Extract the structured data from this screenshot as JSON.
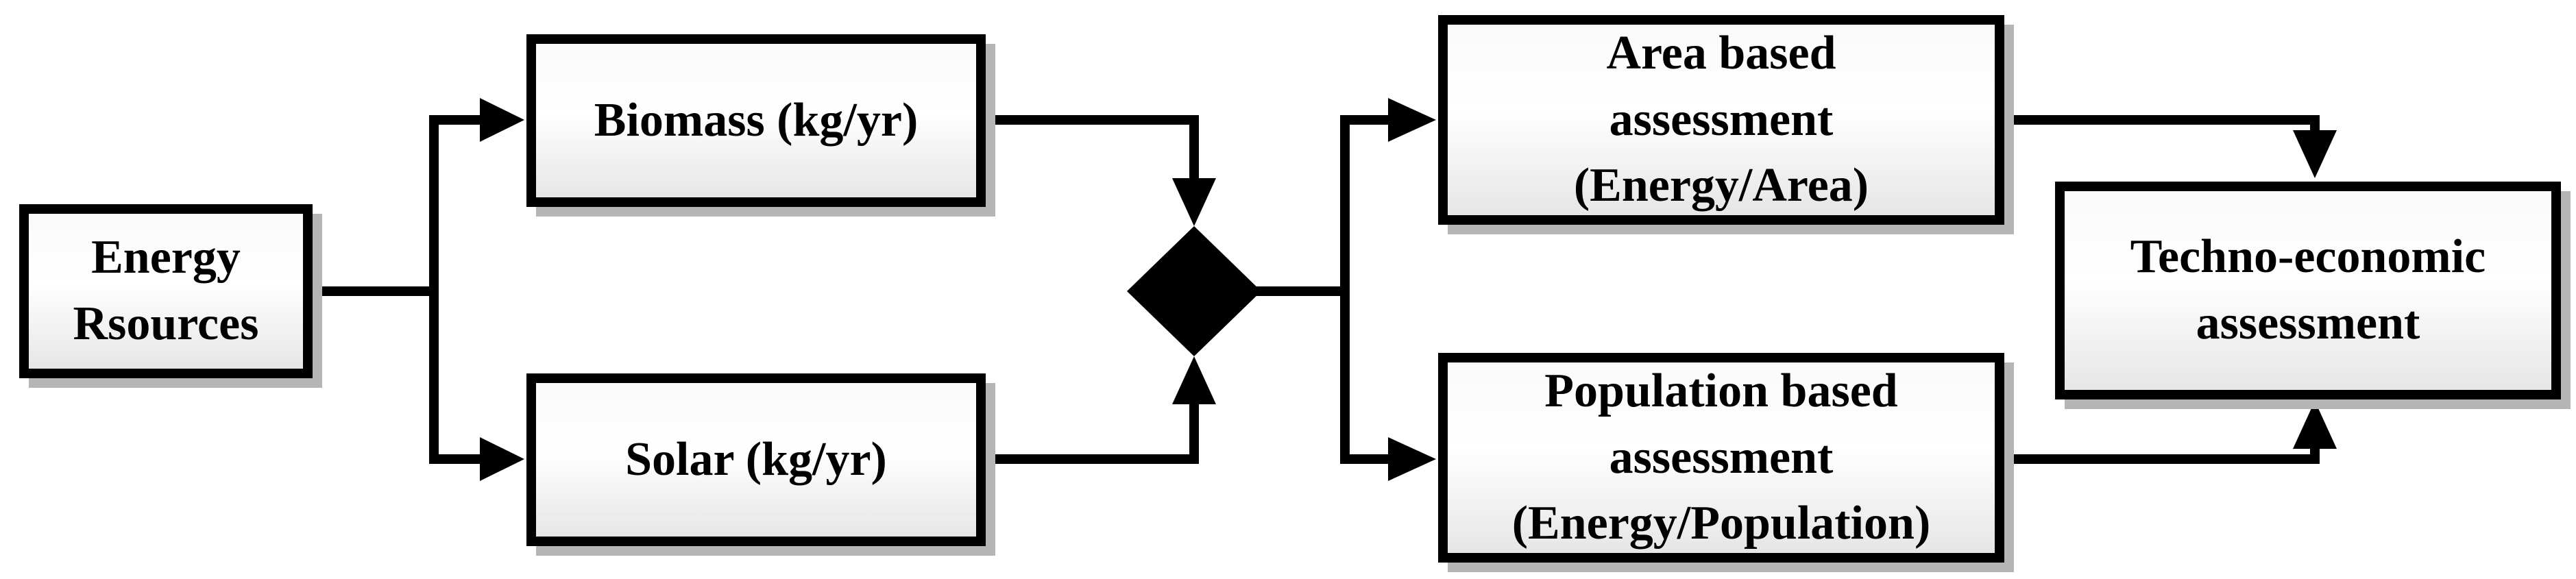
{
  "nodes": {
    "energy": {
      "lines": [
        "Energy",
        "Rsources"
      ]
    },
    "biomass": {
      "lines": [
        "Biomass (kg/yr)"
      ]
    },
    "solar": {
      "lines": [
        "Solar (kg/yr)"
      ]
    },
    "area": {
      "lines": [
        "Area based",
        "assessment",
        "(Energy/Area)"
      ]
    },
    "population": {
      "lines": [
        "Population based",
        "assessment",
        "(Energy/Population)"
      ]
    },
    "techno": {
      "lines": [
        "Techno-economic",
        "assessment"
      ]
    }
  }
}
